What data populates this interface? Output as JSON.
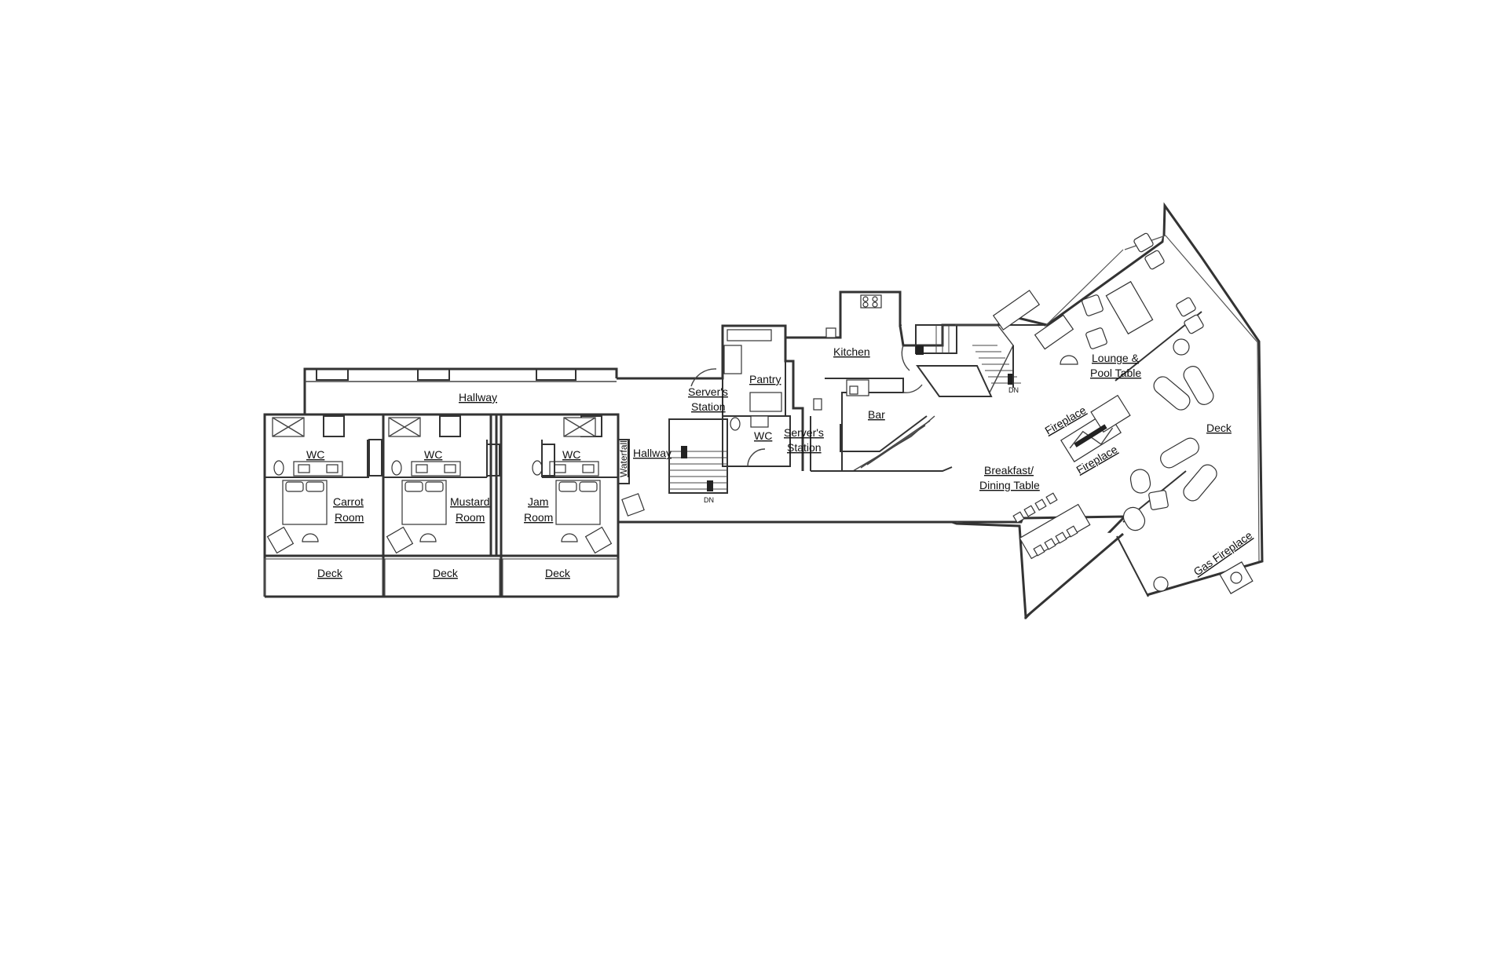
{
  "labels": {
    "hallway_top": "Hallway",
    "hallway_mid": "Hallway",
    "wc_1": "WC",
    "wc_2": "WC",
    "wc_3": "WC",
    "wc_4": "WC",
    "carrot_1": "Carrot",
    "carrot_2": "Room",
    "mustard_1": "Mustard",
    "mustard_2": "Room",
    "jam_1": "Jam",
    "jam_2": "Room",
    "deck_1": "Deck",
    "deck_2": "Deck",
    "deck_3": "Deck",
    "deck_right": "Deck",
    "waterfall": "Waterfall",
    "servers_a_1": "Server's",
    "servers_a_2": "Station",
    "servers_b_1": "Server's",
    "servers_b_2": "Station",
    "pantry": "Pantry",
    "kitchen": "Kitchen",
    "bar": "Bar",
    "lounge_1": "Lounge &",
    "lounge_2": "Pool Table",
    "fireplace_1": "Fireplace",
    "fireplace_2": "Fireplace",
    "breakfast_1": "Breakfast/",
    "breakfast_2": "Dining Table",
    "gas_fireplace": "Gas Fireplace",
    "dn_1": "DN",
    "dn_2": "DN"
  }
}
